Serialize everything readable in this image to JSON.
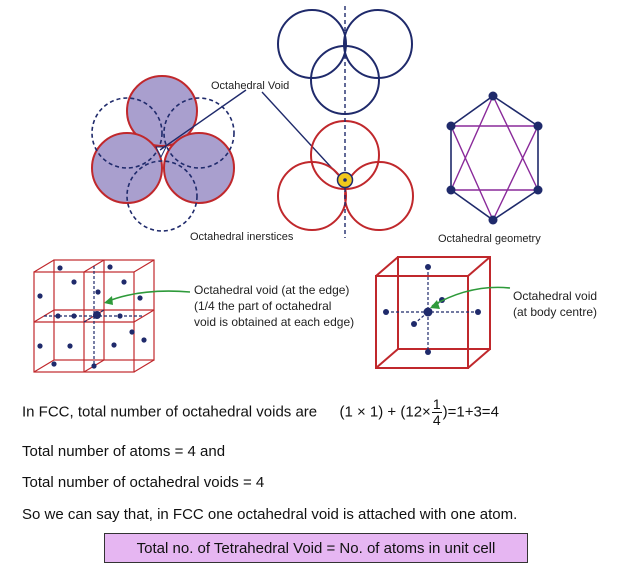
{
  "labels": {
    "octahedral_void": "Octahedral Void",
    "octahedral_interstices": "Octahedral inerstices",
    "octahedral_geometry": "Octahedral geometry",
    "edge_void_line1": "Octahedral void (at the edge)",
    "edge_void_line2": "(1/4 the part of octahedral",
    "edge_void_line3": "void is obtained at each edge)",
    "body_void_line1": "Octahedral void",
    "body_void_line2": "(at body centre)"
  },
  "text": {
    "fcc_intro": "In FCC, total number of octahedral voids are",
    "eq_part1": "(1 × 1) +  (12×",
    "eq_num": "1",
    "eq_den": "4",
    "eq_part2": ")=1+3=4",
    "atoms_line": "Total number of atoms = 4 and",
    "voids_line": "Total number of octahedral voids = 4",
    "conclusion": "So we can say that, in FCC one octahedral void is attached with one atom.",
    "boxed": "Total no. of Tetrahedral Void =  No. of atoms in unit cell"
  },
  "colors": {
    "red": "#c0282c",
    "navy": "#1f2a6b",
    "purple_fill": "#a99fce",
    "purple_line": "#8a2a9a",
    "highlight": "#f2c81c",
    "green": "#2e9a3a",
    "box_fill": "#e6b6f2"
  }
}
